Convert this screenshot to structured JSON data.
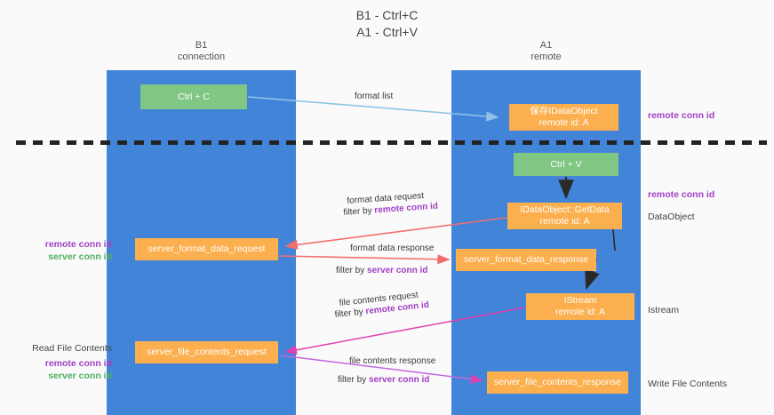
{
  "title": {
    "line1": "B1 - Ctrl+C",
    "line2": "A1 - Ctrl+V"
  },
  "lanes": [
    {
      "id": "b1",
      "name": "B1",
      "role": "connection",
      "color": "#4285d8"
    },
    {
      "id": "a1",
      "name": "A1",
      "role": "remote",
      "color": "#4285d8"
    }
  ],
  "colors": {
    "lane": "#4285d8",
    "node_green": "#81c784",
    "node_orange": "#fbaf4e",
    "remote_conn_id": "#a13fc4",
    "server_conn_id": "#4faf61",
    "background": "#fafafa",
    "divider": "#222222",
    "arrow_format_list": "#8fc4e8",
    "arrow_red": "#f46d6d",
    "arrow_magenta": "#e040b0",
    "arrow_dark": "#2a2a2a"
  },
  "nodes": {
    "ctrl_c": {
      "line1": "Ctrl + C",
      "line2": ""
    },
    "ctrl_v": {
      "line1": "Ctrl + V",
      "line2": ""
    },
    "idataobject": {
      "line1": "保存IDataObject",
      "line2": "remote id: A"
    },
    "getdata": {
      "line1": "IDataObject::GetData",
      "line2": "remote id: A"
    },
    "istream": {
      "line1": "IStream",
      "line2": "remote id: A"
    },
    "server_format_data_request": {
      "line1": "server_format_data_request",
      "line2": ""
    },
    "server_format_data_response": {
      "line1": "server_format_data_response",
      "line2": ""
    },
    "server_file_contents_request": {
      "line1": "server_file_contents_request",
      "line2": ""
    },
    "server_file_contents_response": {
      "line1": "server_file_contents_response",
      "line2": ""
    }
  },
  "edges": {
    "format_list": "format list",
    "format_data_request": "format data request",
    "format_data_request_filter_prefix": "filter by ",
    "format_data_request_filter_key": "remote conn id",
    "format_data_response": "format data response",
    "format_data_response_filter_prefix": "filter by ",
    "format_data_response_filter_key": "server conn id",
    "file_contents_request": "file contents request",
    "file_contents_request_filter_prefix": "filter by ",
    "file_contents_request_filter_key": "remote conn id",
    "file_contents_response": "file contents response",
    "file_contents_response_filter_prefix": "filter by ",
    "file_contents_response_filter_key": "server conn id"
  },
  "side_labels": {
    "right_remote_conn_top": "remote conn id",
    "right_remote_conn_mid": "remote conn id",
    "right_dataobject": "DataObject",
    "right_istream": "Istream",
    "right_write_file_contents": "Write File Contents",
    "left_remote_conn_mid": "remote conn id",
    "left_server_conn_mid": "server conn id",
    "left_read_file_contents": "Read File Contents",
    "left_remote_conn_bot": "remote conn id",
    "left_server_conn_bot": "server conn id"
  }
}
